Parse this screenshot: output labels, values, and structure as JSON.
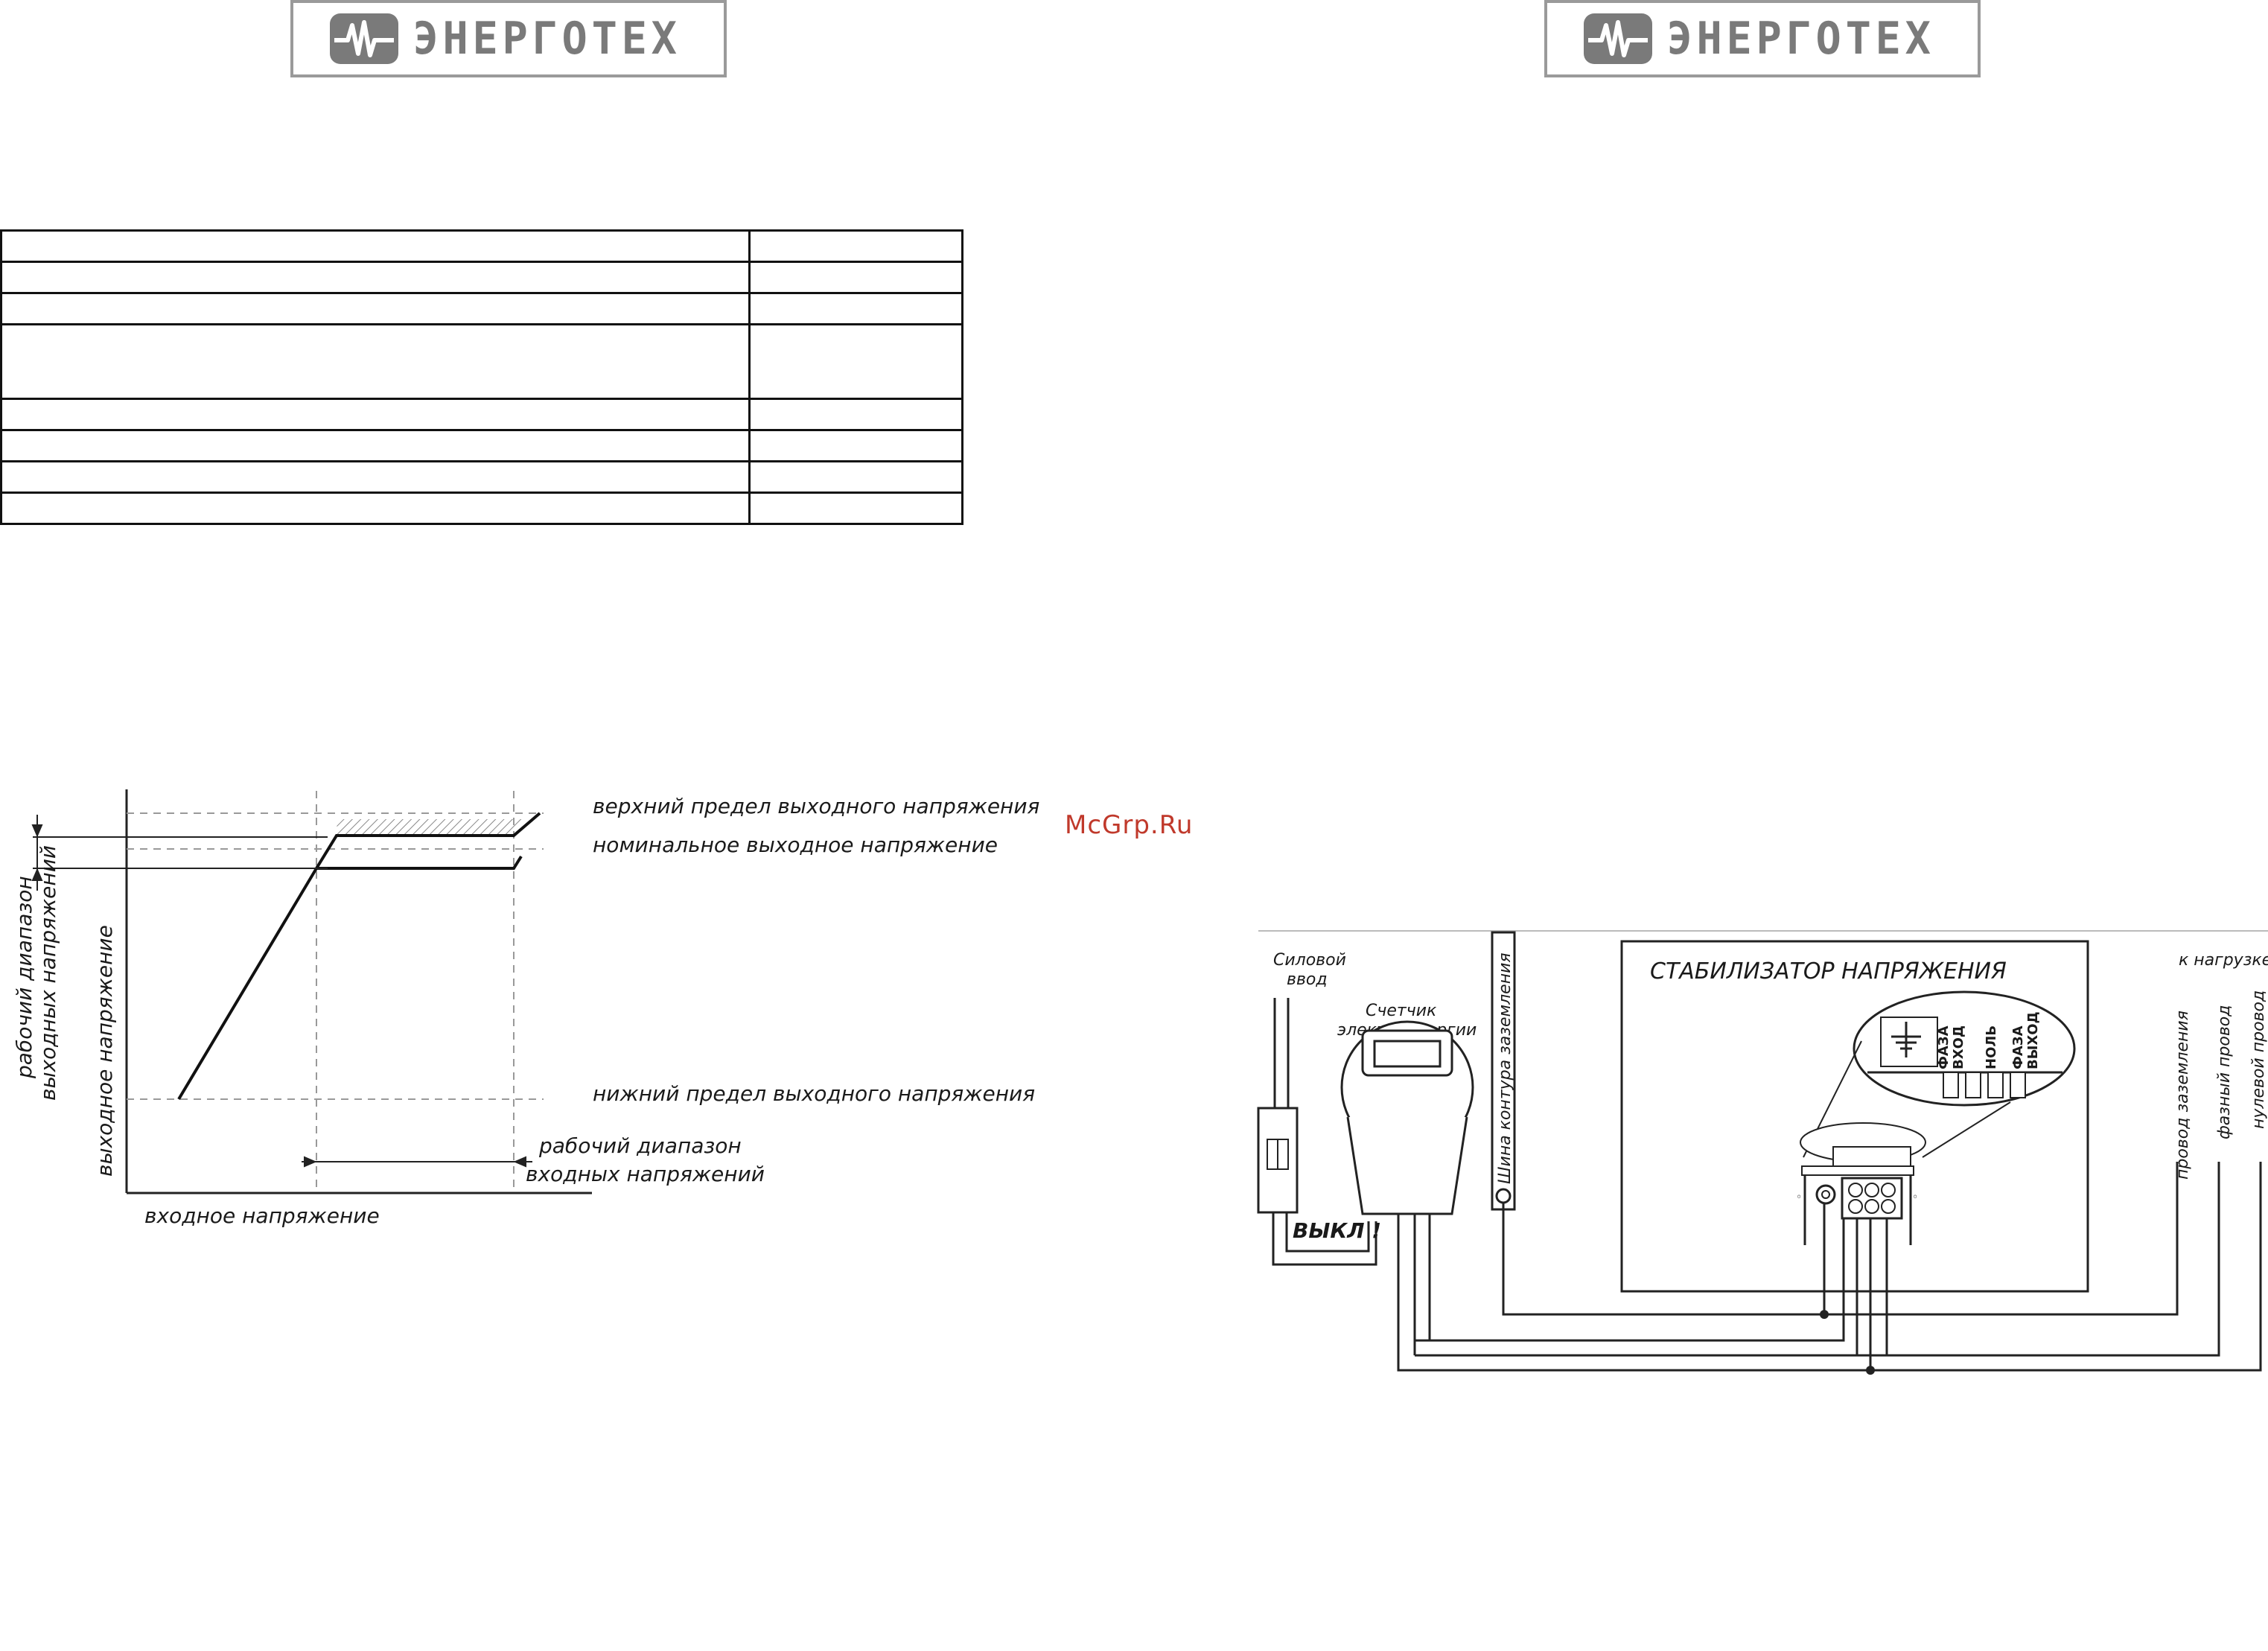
{
  "brand": {
    "name": "ЭНЕРГОТЕХ"
  },
  "specs_table": {
    "rows": 8,
    "columns": 2
  },
  "watermark": "McGrp.Ru",
  "graph": {
    "upper_limit": "верхний предел выходного напряжения",
    "nominal": "номинальное выходное напряжение",
    "lower_limit": "нижний предел выходного напряжения",
    "input_range_1": "рабочий диапазон",
    "input_range_2": "входных напряжений",
    "output_range_1": "рабочий диапазон",
    "output_range_2": "выходных напряжений",
    "y_axis": "выходное напряжение",
    "x_axis": "входное напряжение"
  },
  "wiring": {
    "power_input_1": "Силовой",
    "power_input_2": "ввод",
    "meter_1": "Счетчик",
    "meter_2": "электроэнергии",
    "switch_off": "ВЫКЛ !",
    "ground_bus": "Шина контура заземления",
    "stabilizer": "СТАБИЛИЗАТОР НАПРЯЖЕНИЯ",
    "to_load": "к нагрузке",
    "terminal_phase_in_1": "ФАЗА",
    "terminal_phase_in_2": "ВХОД",
    "terminal_zero": "НОЛЬ",
    "terminal_phase_out_1": "ФАЗА",
    "terminal_phase_out_2": "ВЫХОД",
    "ground_wire": "провод заземления",
    "phase_wire": "фазный провод",
    "neutral_wire": "нулевой провод"
  }
}
